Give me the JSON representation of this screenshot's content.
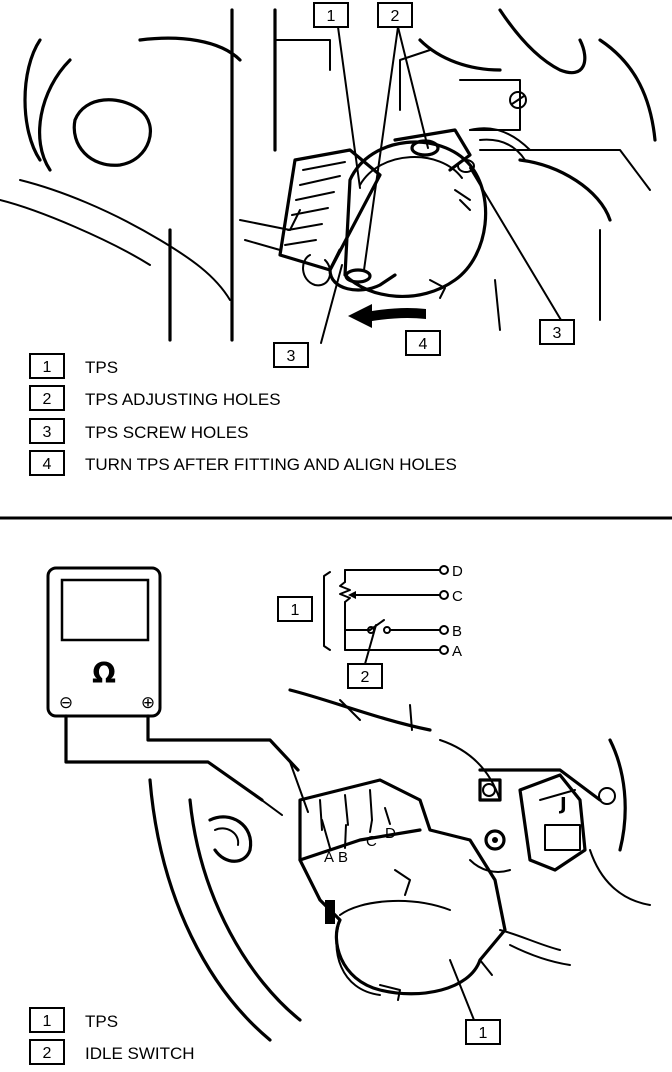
{
  "diagram_top": {
    "callouts": [
      {
        "number": "1"
      },
      {
        "number": "2"
      },
      {
        "number": "3"
      },
      {
        "number": "3"
      },
      {
        "number": "4"
      }
    ],
    "legend": [
      {
        "number": "1",
        "text": "TPS"
      },
      {
        "number": "2",
        "text": "TPS ADJUSTING HOLES"
      },
      {
        "number": "3",
        "text": "TPS SCREW HOLES"
      },
      {
        "number": "4",
        "text": "TURN TPS AFTER FITTING AND ALIGN HOLES"
      }
    ]
  },
  "diagram_bottom": {
    "meter_symbol": "Ω",
    "meter_terminals": {
      "negative": "⊖",
      "positive": "⊕"
    },
    "schematic_pins": [
      "D",
      "C",
      "B",
      "A"
    ],
    "callouts": [
      {
        "number": "1"
      },
      {
        "number": "2"
      },
      {
        "number": "1"
      }
    ],
    "connector_pins": [
      "A",
      "B",
      "C",
      "D"
    ],
    "legend": [
      {
        "number": "1",
        "text": "TPS"
      },
      {
        "number": "2",
        "text": "IDLE SWITCH"
      }
    ]
  }
}
